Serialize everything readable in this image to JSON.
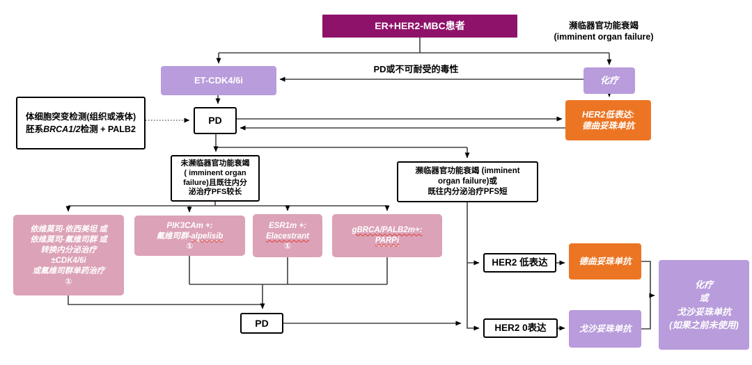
{
  "diagram": {
    "patient": "ER+HER2-MBC患者",
    "imminent_top": [
      "濒临器官功能衰竭",
      "(imminent organ failure)"
    ],
    "et_cdk": "ET-CDK4/6i",
    "chemo_top": "化疗",
    "pd_toxicity_label": "PD或不可耐受的毒性",
    "somatic": {
      "line1": "体细胞突变检测(组织或液体)",
      "line2_prefix": "胚系",
      "line2_gene": "BRCA1/2",
      "line2_suffix": "检测 + PALB2"
    },
    "pd_top": "PD",
    "her2low_tdxd": [
      "HER2低表达:",
      "德曲妥珠单抗"
    ],
    "not_imminent": [
      "未濒临器官功能衰竭",
      "( imminent organ",
      "failure)且既往内分",
      "泌治疗PFS较长"
    ],
    "imminent_short": [
      "濒临器官功能衰竭 (imminent",
      "organ failure)或",
      "既往内分泌治疗PFS短"
    ],
    "pink1": {
      "lines": [
        "依维莫司-依西美坦 或",
        "依维莫司-氟维司群 或",
        "转换内分泌治疗",
        "±CDK4/6i",
        "或氟维司群单药治疗"
      ],
      "footnote": "①"
    },
    "pink2": {
      "line1": "PIK3CAm +:",
      "line2_prefix": "氟维司群-",
      "line2_drug": "alpelisib",
      "footnote": "①"
    },
    "pink3": {
      "line1": "ESR1m +:",
      "line2_drug": "Elacestrant",
      "footnote": "①"
    },
    "pink4": {
      "line1": "gBRCA/PALB2m+:",
      "line2_drug": "PARPi"
    },
    "pd_bottom": "PD",
    "her2_low": "HER2 低表达",
    "tdxd": "德曲妥珠单抗",
    "her2_zero": "HER2 0表达",
    "sg": "戈沙妥珠单抗",
    "chemo_or_sg": [
      "化疗",
      "或",
      "戈沙妥珠单抗",
      "(如果之前未使用)"
    ]
  },
  "colors": {
    "magenta": "#8E1269",
    "light_purple": "#B89CDB",
    "orange": "#EC7523",
    "pink": "#DCA2B7",
    "line": "#404040",
    "spellcheck_red": "#E03A2F"
  }
}
